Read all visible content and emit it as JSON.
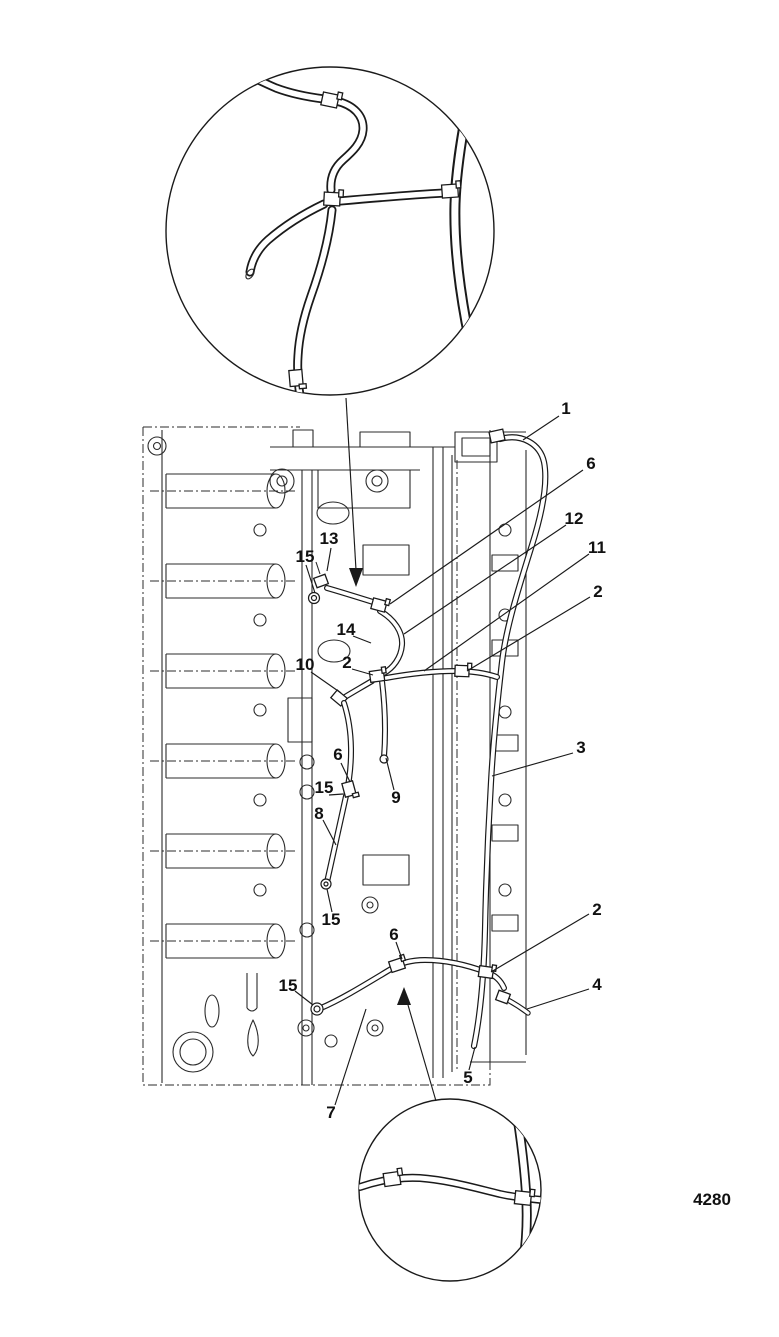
{
  "figure": {
    "number": "4280"
  },
  "colors": {
    "ink": "#1a1a1a",
    "background": "#ffffff"
  },
  "callouts": [
    {
      "label": "1"
    },
    {
      "label": "6"
    },
    {
      "label": "12"
    },
    {
      "label": "11"
    },
    {
      "label": "2"
    },
    {
      "label": "13"
    },
    {
      "label": "15"
    },
    {
      "label": "14"
    },
    {
      "label": "10"
    },
    {
      "label": "2"
    },
    {
      "label": "3"
    },
    {
      "label": "6"
    },
    {
      "label": "15"
    },
    {
      "label": "9"
    },
    {
      "label": "8"
    },
    {
      "label": "15"
    },
    {
      "label": "2"
    },
    {
      "label": "6"
    },
    {
      "label": "15"
    },
    {
      "label": "4"
    },
    {
      "label": "5"
    },
    {
      "label": "7"
    }
  ]
}
